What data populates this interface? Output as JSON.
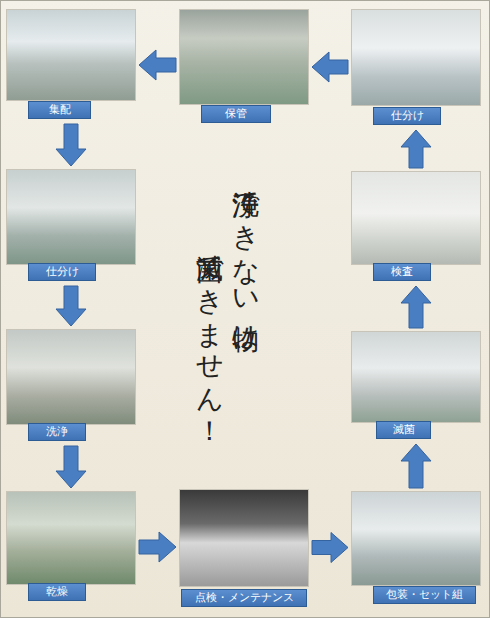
{
  "diagram": {
    "nodes": [
      {
        "text": [
          "集配"
        ]
      },
      {
        "text": [
          "保管"
        ]
      },
      {
        "text": [
          "仕分け"
        ]
      },
      {
        "text": [
          "仕分け"
        ]
      },
      {
        "text": [
          "検査"
        ]
      },
      {
        "text": [
          "洗浄"
        ]
      },
      {
        "text": [
          "滅菌"
        ]
      },
      {
        "text": [
          "乾燥"
        ]
      },
      {
        "text": [
          "点検・メンテナンス"
        ]
      },
      {
        "text": [
          "包装・セット組"
        ]
      }
    ],
    "edges": [
      {
        "from": 0,
        "to": 3,
        "arrow": "to"
      },
      {
        "from": 3,
        "to": 5,
        "arrow": "to"
      },
      {
        "from": 5,
        "to": 7,
        "arrow": "to"
      },
      {
        "from": 7,
        "to": 8,
        "arrow": "to"
      },
      {
        "from": 8,
        "to": 9,
        "arrow": "to"
      },
      {
        "from": 9,
        "to": 6,
        "arrow": "to"
      },
      {
        "from": 6,
        "to": 4,
        "arrow": "to"
      },
      {
        "from": 4,
        "to": 2,
        "arrow": "to"
      },
      {
        "from": 2,
        "to": 1,
        "arrow": "to"
      },
      {
        "from": 1,
        "to": 0,
        "arrow": "to"
      }
    ],
    "labels": [
      "洗浄できない物は、",
      "滅菌できません！"
    ]
  }
}
